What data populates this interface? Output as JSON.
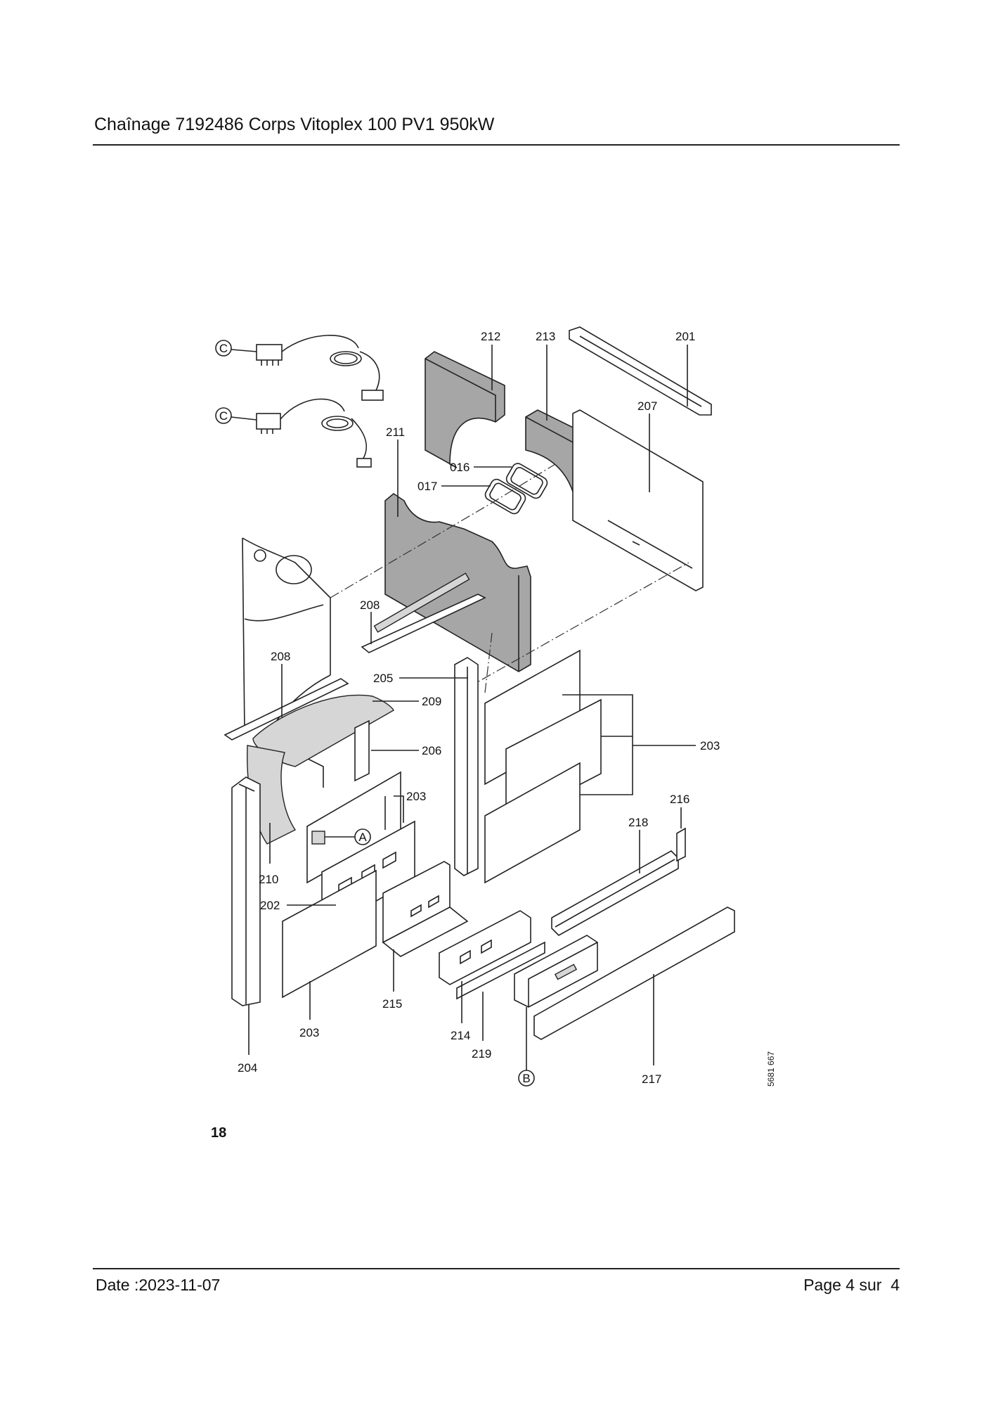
{
  "header": {
    "title": "Chaînage 7192486 Corps Vitoplex 100 PV1 950kW"
  },
  "footer": {
    "date": "Date :2023-11-07",
    "page": "Page 4 sur  4"
  },
  "figure": {
    "number": "18",
    "drawing_ref": "5681 667"
  },
  "callouts": {
    "c1": "C",
    "c2": "C",
    "a": "A",
    "b": "B",
    "p212": "212",
    "p213": "213",
    "p201": "201",
    "p207": "207",
    "p211": "211",
    "p016": "016",
    "p017": "017",
    "p208a": "208",
    "p208b": "208",
    "p205": "205",
    "p209": "209",
    "p206": "206",
    "p203a": "203",
    "p203b": "203",
    "p203c": "203",
    "p216": "216",
    "p218": "218",
    "p210": "210",
    "p202": "202",
    "p215": "215",
    "p214": "214",
    "p219": "219",
    "p217": "217",
    "p204": "204"
  }
}
